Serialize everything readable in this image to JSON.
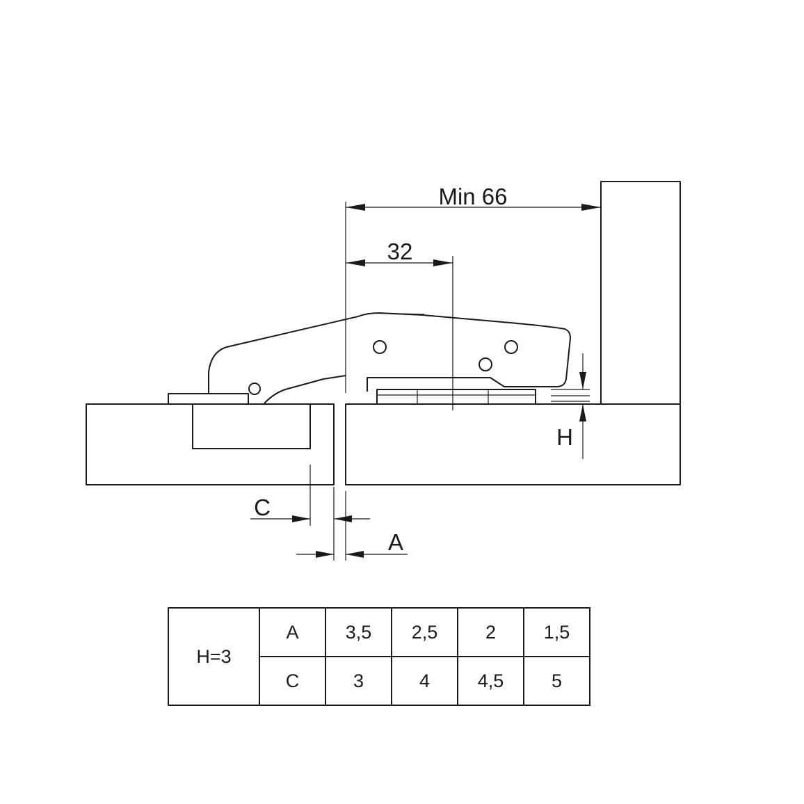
{
  "dimensions": {
    "min_overlay": "Min 66",
    "bore_distance": "32",
    "label_h": "H",
    "label_c": "C",
    "label_a": "A"
  },
  "table": {
    "h_label": "H=3",
    "rows": [
      {
        "param": "A",
        "values": [
          "3,5",
          "2,5",
          "2",
          "1,5"
        ]
      },
      {
        "param": "C",
        "values": [
          "3",
          "4",
          "4,5",
          "5"
        ]
      }
    ]
  }
}
